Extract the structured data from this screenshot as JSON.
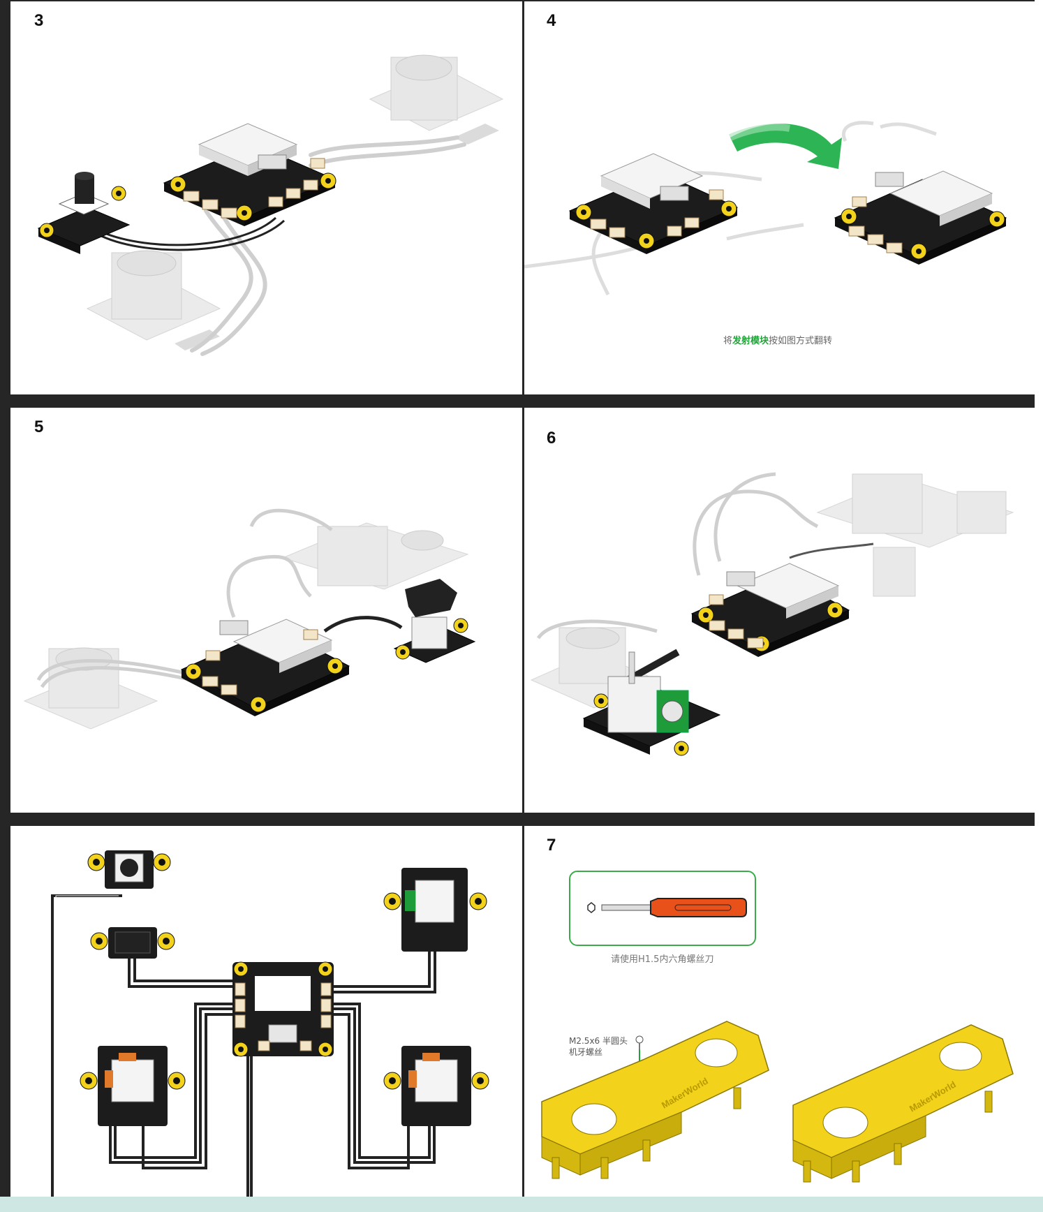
{
  "steps": {
    "s3": "3",
    "s4": "4",
    "s5": "5",
    "s6": "6",
    "s7": "7"
  },
  "step4": {
    "caption_pre": "将",
    "caption_highlight": "发射模块",
    "caption_post": "按如图方式翻转"
  },
  "step7": {
    "tool_caption": "请使用H1.5内六角螺丝刀",
    "screw_label_line1": "M2.5x6 半圆头",
    "screw_label_line2": "机牙螺丝",
    "brand_mark": "MakerWorld"
  },
  "colors": {
    "board": "#1c1c1c",
    "yellow": "#f2d21b",
    "green_arrow": "#22b14c",
    "orange_handle": "#e8511a",
    "connector": "#f3e6c8",
    "ghost": "#bdbdbd"
  }
}
